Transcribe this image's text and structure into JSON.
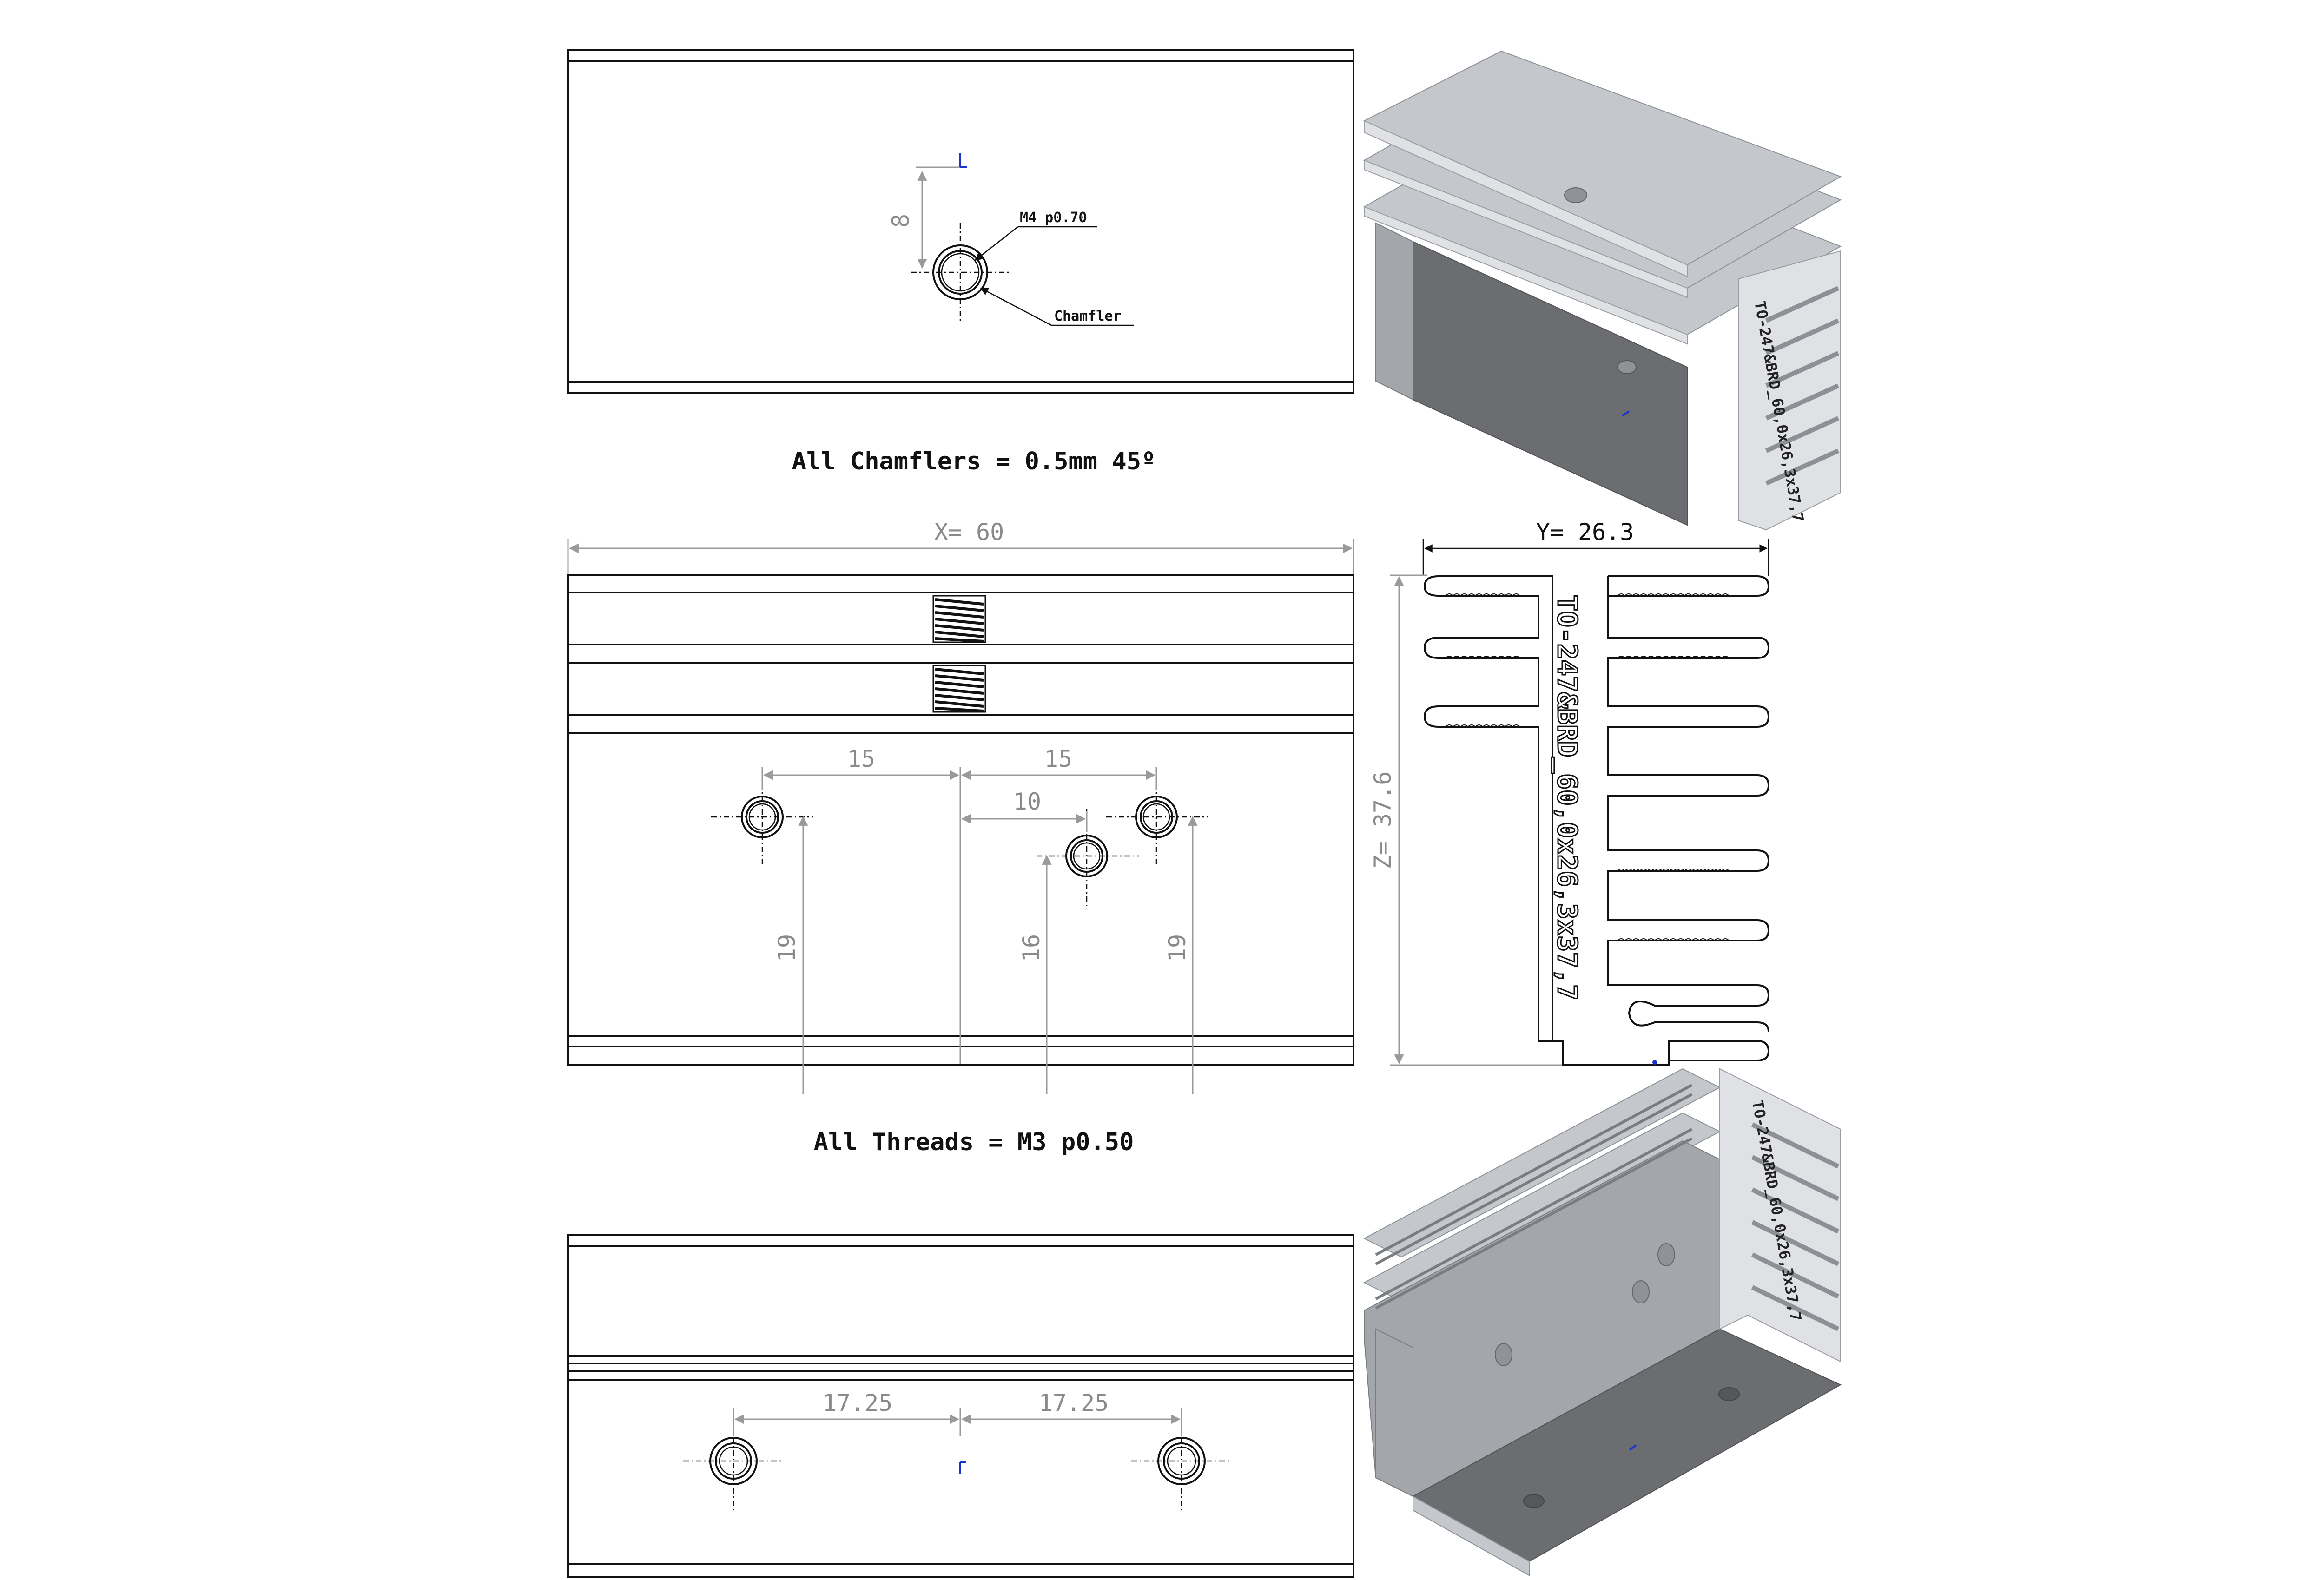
{
  "views": {
    "top": {
      "dim_8": "8",
      "thread_callout": "M4 p0.70",
      "chamfer_callout": "Chamfler"
    },
    "front": {
      "x_dim": "X= 60",
      "dim_15_left": "15",
      "dim_15_right": "15",
      "dim_10": "10",
      "dim_19_left": "19",
      "dim_16": "16",
      "dim_19_right": "19"
    },
    "profile": {
      "y_dim": "Y= 26.3",
      "z_dim": "Z= 37.6",
      "engraving": "TO-247&BRD_60,0x26,3x37,7"
    },
    "bottom": {
      "dim_17_25_left": "17.25",
      "dim_17_25_right": "17.25"
    },
    "iso_top": {
      "engraving": "TO-247&BRD_60,0x26,3x37,7"
    },
    "iso_bottom": {
      "engraving": "TO-247&BRD_60,0x26,3x37,7"
    }
  },
  "notes": {
    "chamfers": "All Chamflers = 0.5mm 45º",
    "threads": "All Threads = M3 p0.50"
  },
  "colors": {
    "outline": "#111111",
    "dimension": "#9a9a9a",
    "aluminum_light": "#c4c7cb",
    "aluminum_dark": "#6b6d70",
    "axis_marker": "#1a33cc"
  }
}
